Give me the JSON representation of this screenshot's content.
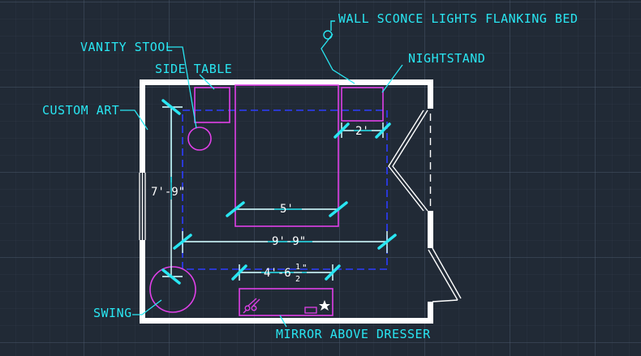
{
  "labels": {
    "wall_sconce": "WALL SCONCE LIGHTS FLANKING BED",
    "vanity_stool": "VANITY STOOL",
    "side_table": "SIDE TABLE",
    "nightstand": "NIGHTSTAND",
    "custom_art": "CUSTOM ART",
    "swing": "SWING",
    "mirror": "MIRROR ABOVE DRESSER"
  },
  "dimensions": {
    "nightstand_width": "2'",
    "room_depth": "7'-9\"",
    "bed_width": "5'",
    "room_width": "9'-9\"",
    "dresser_width_prefix": "4'-6",
    "dresser_width_numerator": "1",
    "dresser_width_denominator": "2",
    "dresser_width_suffix": "\""
  },
  "colors": {
    "background": "#212a36",
    "wall": "#ffffff",
    "furniture": "#e040e8",
    "annotation": "#29e6f2",
    "rug_outline": "#2d3cff"
  }
}
